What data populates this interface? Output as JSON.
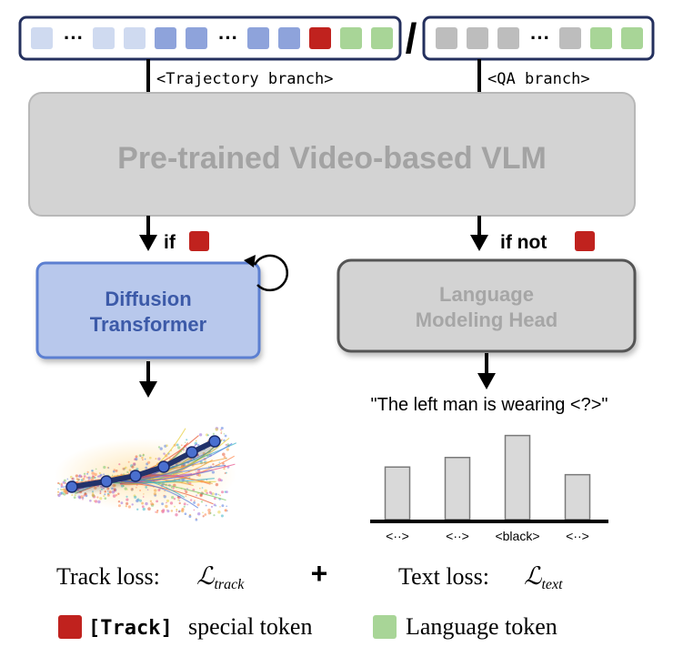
{
  "input_sequences": {
    "left_tokens": [
      "video",
      "ellipsis",
      "video",
      "video",
      "video-mid",
      "video-mid",
      "ellipsis",
      "video-mid",
      "video-mid",
      "track",
      "language",
      "language"
    ],
    "right_tokens": [
      "gray",
      "gray",
      "gray",
      "ellipsis",
      "gray",
      "language",
      "language"
    ],
    "ellipsis": "···",
    "separator": "/",
    "trajectory_label": "<Trajectory branch>",
    "qa_label": "<QA branch>",
    "colors": {
      "video": "#cfdaf0",
      "video-mid": "#8ea3db",
      "track": "#c0221e",
      "language": "#a8d597",
      "gray": "#bdbdbd"
    }
  },
  "vlm": {
    "title": "Pre-trained Video-based VLM"
  },
  "branches": {
    "if_label": "if",
    "if_not_label": "if not",
    "diffusion_line1": "Diffusion",
    "diffusion_line2": "Transformer",
    "lm_line1": "Language",
    "lm_line2": "Modeling Head"
  },
  "qa": {
    "prompt": "\"The left man is wearing <?>\"",
    "categories": [
      "<··>",
      "<··>",
      "<black>",
      "<··>"
    ],
    "values": [
      0.55,
      0.65,
      0.88,
      0.47
    ]
  },
  "losses": {
    "track_loss_label": "Track loss:",
    "track_symbol": "ℒ",
    "track_sub": "track",
    "plus": "+",
    "text_loss_label": "Text loss:",
    "text_symbol": "ℒ",
    "text_sub": "text"
  },
  "legend": {
    "track_token_code": "[Track]",
    "track_token_text": "special token",
    "language_token_text": "Language token",
    "track_color": "#c0221e",
    "language_color": "#a8d597"
  }
}
